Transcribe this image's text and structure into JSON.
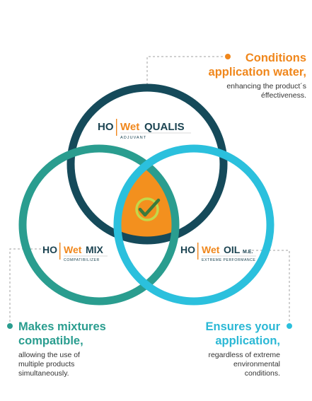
{
  "colors": {
    "qualis_ring": "#154a5a",
    "mix_ring": "#2a9d8f",
    "oil_ring": "#2bc0dd",
    "center_fill": "#f3901e",
    "check_ring": "#c3d84a",
    "check_mark": "#3a7a3c",
    "orange": "#f0871c",
    "dark": "#1c4452",
    "leader": "#a0a0a0"
  },
  "products": {
    "qualis": {
      "ho": "HO",
      "name_a": "Wet",
      "name_b": "QUALIS",
      "sub": "ADJUVANT"
    },
    "mix": {
      "ho": "HO",
      "name_a": "Wet",
      "name_b": "MIX",
      "sub": "COMPATIBILIZER"
    },
    "oil": {
      "ho": "HO",
      "name_a": "Wet",
      "name_b": "OIL",
      "suffix": "M.E.",
      "sub": "EXTREME PERFORMANCE"
    }
  },
  "callouts": {
    "top": {
      "title_l1": "Conditions",
      "title_l2": "application water,",
      "body_l1": "enhancing the product´s",
      "body_l2": "éffectiveness."
    },
    "left": {
      "title_l1": "Makes mixtures",
      "title_l2": "compatible,",
      "body_l1": "allowing the use of",
      "body_l2": "multiple products",
      "body_l3": "simultaneously."
    },
    "right": {
      "title_l1": "Ensures your",
      "title_l2": "application,",
      "body_l1": "regardless of extreme",
      "body_l2": "environmental",
      "body_l3": "conditions."
    }
  },
  "center_icon": "check-icon"
}
